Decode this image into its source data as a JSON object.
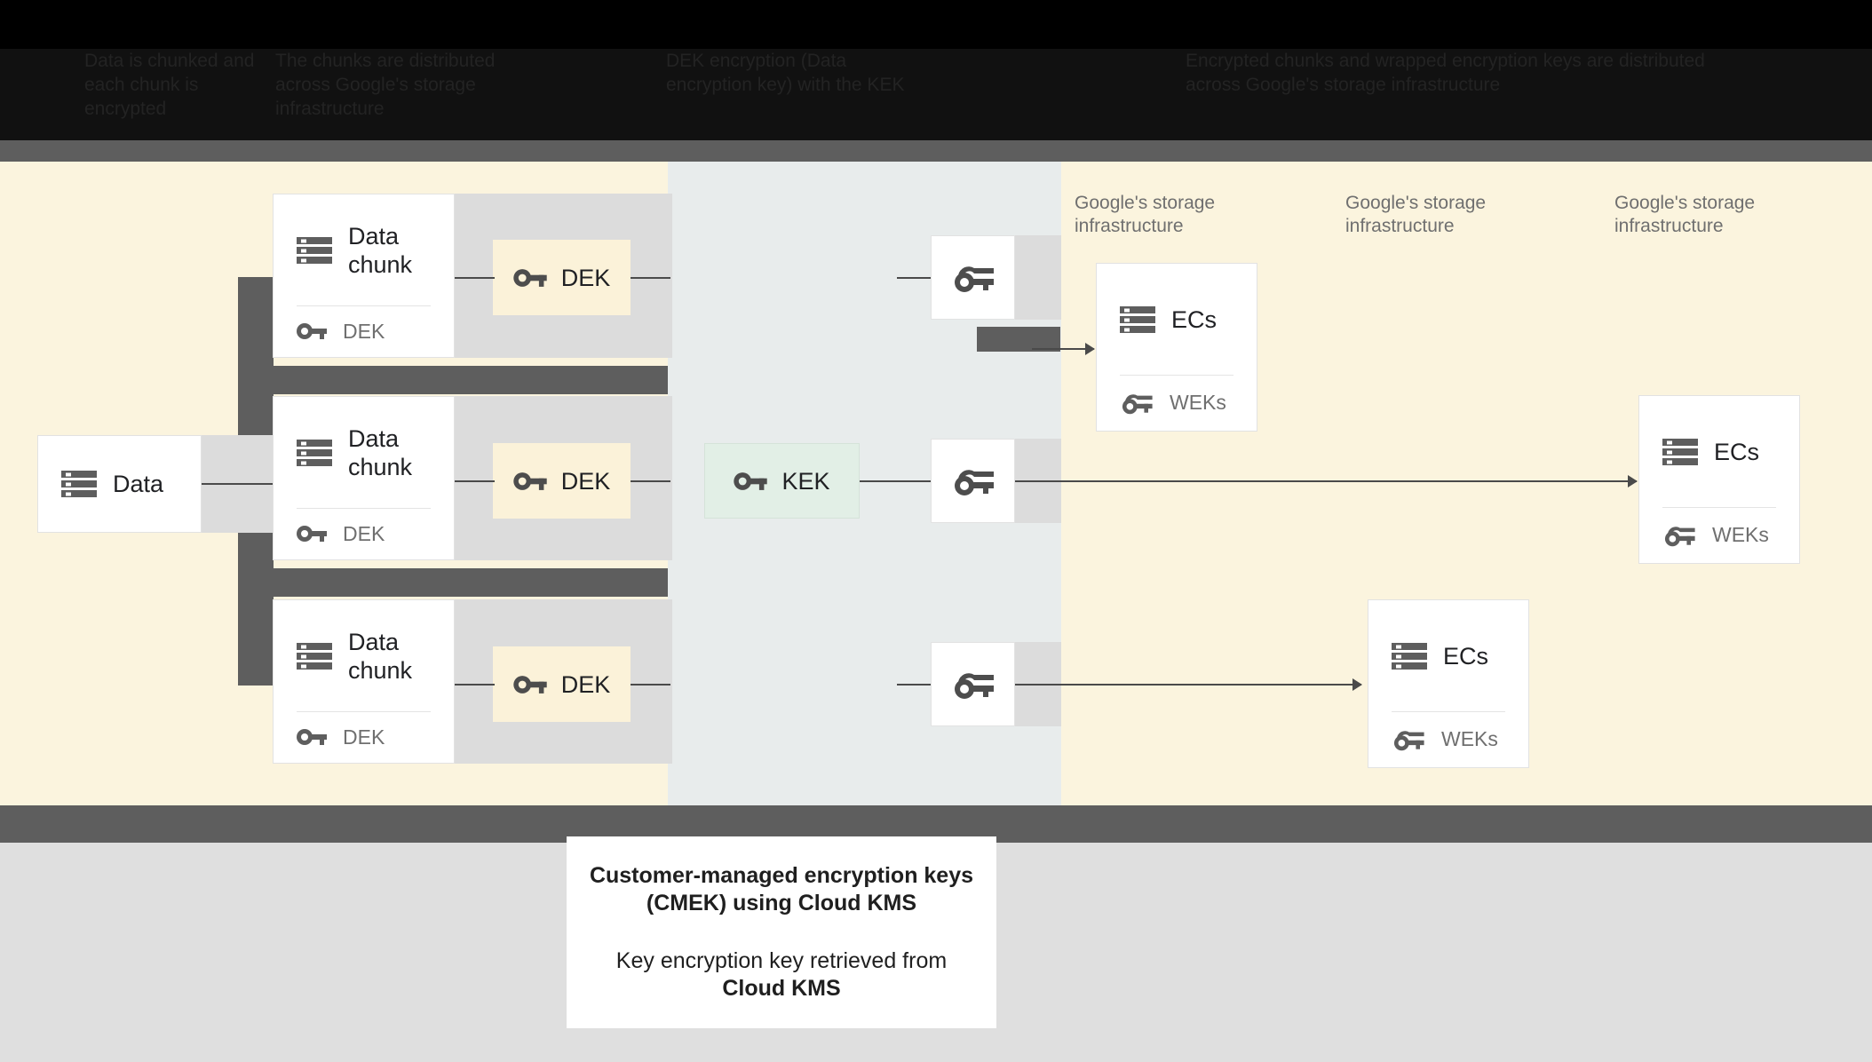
{
  "header": {
    "columns": [
      {
        "id": "col-1",
        "text": "Data is chunked and each chunk is encrypted"
      },
      {
        "id": "col-2",
        "text": "The chunks are distributed across Google's storage infrastructure"
      },
      {
        "id": "col-3",
        "text": "DEK encryption (Data encryption key) with the KEK"
      },
      {
        "id": "col-4",
        "text": "Encrypted chunks and wrapped encryption keys are distributed across Google's storage infrastructure"
      }
    ]
  },
  "flow": {
    "source": {
      "label": "Data",
      "icon": "storage-icon"
    },
    "chunks": [
      {
        "title": "Data chunk",
        "key_label": "DEK",
        "title_icon": "storage-icon",
        "key_icon": "key-icon"
      },
      {
        "title": "Data chunk",
        "key_label": "DEK",
        "title_icon": "storage-icon",
        "key_icon": "key-icon"
      },
      {
        "title": "Data chunk",
        "key_label": "DEK",
        "title_icon": "storage-icon",
        "key_icon": "key-icon"
      }
    ],
    "deks": [
      {
        "label": "DEK",
        "icon": "key-icon"
      },
      {
        "label": "DEK",
        "icon": "key-icon"
      },
      {
        "label": "DEK",
        "icon": "key-icon"
      }
    ],
    "kek": {
      "label": "KEK",
      "icon": "key-icon"
    },
    "wrapped_keys": [
      {
        "icon": "wrapped-key-icon"
      },
      {
        "icon": "wrapped-key-icon"
      },
      {
        "icon": "wrapped-key-icon"
      }
    ],
    "storage_labels": [
      "Google's storage infrastructure",
      "Google's storage infrastructure",
      "Google's storage infrastructure"
    ],
    "ec_cards": [
      {
        "title": "ECs",
        "key_label": "WEKs",
        "title_icon": "storage-icon",
        "key_icon": "wrapped-key-icon"
      },
      {
        "title": "ECs",
        "key_label": "WEKs",
        "title_icon": "storage-icon",
        "key_icon": "wrapped-key-icon"
      },
      {
        "title": "ECs",
        "key_label": "WEKs",
        "title_icon": "storage-icon",
        "key_icon": "wrapped-key-icon"
      }
    ]
  },
  "caption": {
    "title_line1": "Customer-managed encryption keys",
    "title_line2": "(CMEK) using Cloud KMS",
    "note_line1": "Key encryption key retrieved from",
    "note_line2": "Cloud KMS"
  },
  "colors": {
    "panel_cream": "#fbf4de",
    "panel_bluegray": "#e8ecec",
    "chip_dek": "#fbf2d9",
    "chip_kek": "#e2efe6",
    "splitter_gray": "#5e5e5e",
    "plate_gray": "#dcdcdc",
    "bottom_gray": "#dfdfdf",
    "icon_gray": "#5e5e5e"
  }
}
